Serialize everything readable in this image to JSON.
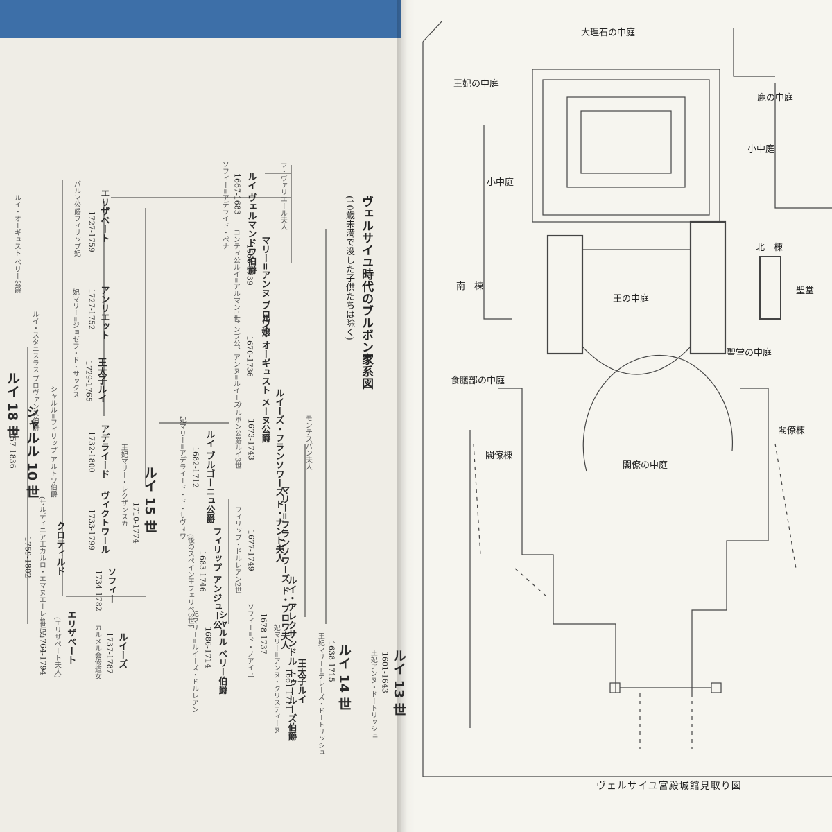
{
  "genealogy": {
    "title": "ヴェルサイユ時代のブルボン家系図",
    "subtitle": "(10歳未満で没した子供たちは除く)",
    "people": [
      {
        "id": "louis13",
        "name": "ルイ 13 世",
        "years": "1601-1643",
        "note": "王妃アンヌ・ドートリッシュ"
      },
      {
        "id": "louis14",
        "name": "ルイ 14 世",
        "years": "1638-1715",
        "note": "王妃マリー=テレーズ・ドートリッシュ"
      },
      {
        "id": "lavalliere",
        "name": "ラ・ヴァリエール夫人",
        "years": "",
        "note": ""
      },
      {
        "id": "montespan",
        "name": "モンテスパン夫人",
        "years": "",
        "note": ""
      },
      {
        "id": "vermandois",
        "name": "ルイ ヴェルマンドワ伯爵",
        "years": "1667-1683",
        "note": "ソフィー=アデライド・ペナ"
      },
      {
        "id": "mariea",
        "name": "マリー=アンヌ ブロワ嬢",
        "years": "1666-1739",
        "note": "コンティ公ルイ=アルマン1世"
      },
      {
        "id": "maine",
        "name": "ルイ・オーギュスト メーヌ公爵",
        "years": "1670-1736",
        "note": "ドンブ公、アンヌ=ルイーズ"
      },
      {
        "id": "nantes",
        "name": "ルイーズ・フランソワーズ ド・ナント夫人",
        "years": "1673-1743",
        "note": "ブルボン公爵ルイ3世"
      },
      {
        "id": "blois",
        "name": "マリー=フランソワーズ ド・ブロワ夫人",
        "years": "1677-1749",
        "note": "フィリップ・ドルレアン2世"
      },
      {
        "id": "toulouse",
        "name": "ルイ・アレクサンドル トゥールーズ伯爵",
        "years": "1678-1737",
        "note": "ソフィー=ド・ノアイユ"
      },
      {
        "id": "dauphin",
        "name": "王太子ルイ",
        "years": "1661-1711",
        "note": "妃マリー=アンヌ・クリスティーヌ"
      },
      {
        "id": "bourgogne",
        "name": "ルイ ブルゴーニュ公爵",
        "years": "1682-1712",
        "note": "妃マリー=アデライード・ド・サヴォワ"
      },
      {
        "id": "philippe",
        "name": "フィリップ アンジュー公",
        "years": "1683-1746",
        "note": "(後のスペイン王フェリペ5世)"
      },
      {
        "id": "berry",
        "name": "シャルル ベリー伯爵",
        "years": "1686-1714",
        "note": "妃マリー=ルイーズ・ドルレアン"
      },
      {
        "id": "louis15",
        "name": "ルイ 15 世",
        "years": "1710-1774",
        "note": "王妃マリー・レクザンスカ"
      },
      {
        "id": "dauphin2",
        "name": "王太子ルイ",
        "years": "1729-1765",
        "note": "妃マリー=ジョゼフ・ド・サックス"
      },
      {
        "id": "elisabeth",
        "name": "エリザベート",
        "years": "1727-1759",
        "note": "パルマ公爵フィリップ妃"
      },
      {
        "id": "henriette",
        "name": "アンリエット",
        "years": "1727-1752",
        "note": ""
      },
      {
        "id": "adelaide",
        "name": "アデライード",
        "years": "1732-1800",
        "note": ""
      },
      {
        "id": "victoire",
        "name": "ヴィクトワール",
        "years": "1733-1799",
        "note": ""
      },
      {
        "id": "sophie",
        "name": "ソフィー",
        "years": "1734-1782",
        "note": ""
      },
      {
        "id": "louise",
        "name": "ルイーズ",
        "years": "1737-1787",
        "note": "カルメル会修道女"
      },
      {
        "id": "louis18",
        "name": "ルイ 18 世",
        "years": "",
        "note": "ルイ・スタニスラス プロヴァンス伯爵"
      },
      {
        "id": "charles10",
        "name": "シャルル 10 世",
        "years": "1757-1836",
        "note": "シャルル=フィリップ アルトワ伯爵"
      },
      {
        "id": "clotilde",
        "name": "クロティルド",
        "years": "1759-1802",
        "note": "(サルディニア王カルロ・エマヌエーレ4世妃)"
      },
      {
        "id": "elisabeth2",
        "name": "エリザベート",
        "years": "1764-1794",
        "note": "(エリザベート夫人)"
      },
      {
        "id": "louis16",
        "name": "ルイ・オーギュスト ベリー公爵",
        "years": "",
        "note": ""
      }
    ]
  },
  "floorplan": {
    "caption": "ヴェルサイユ宮殿城館見取り図",
    "labels": {
      "marble": "大理石の中庭",
      "queen": "王妃の中庭",
      "deer": "鹿の中庭",
      "small_r": "小中庭",
      "small_l": "小中庭",
      "north": "北　棟",
      "south": "南　棟",
      "king": "王の中庭",
      "chapel": "聖堂",
      "chapel_court": "聖堂の中庭",
      "kitchen": "食膳部の中庭",
      "ministers": "閣僚の中庭",
      "ministers_l": "閣僚棟",
      "ministers_r": "閣僚棟"
    }
  }
}
